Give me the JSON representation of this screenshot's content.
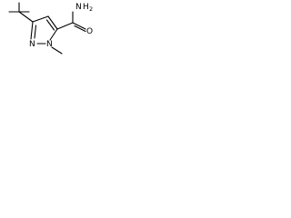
{
  "structure": {
    "atoms": {
      "n_ring_1": "N",
      "n_ring_2": "N",
      "oxygen": "O",
      "amide_nitrogen": "N",
      "amide_h": "H",
      "amide_h_count": "2"
    }
  }
}
